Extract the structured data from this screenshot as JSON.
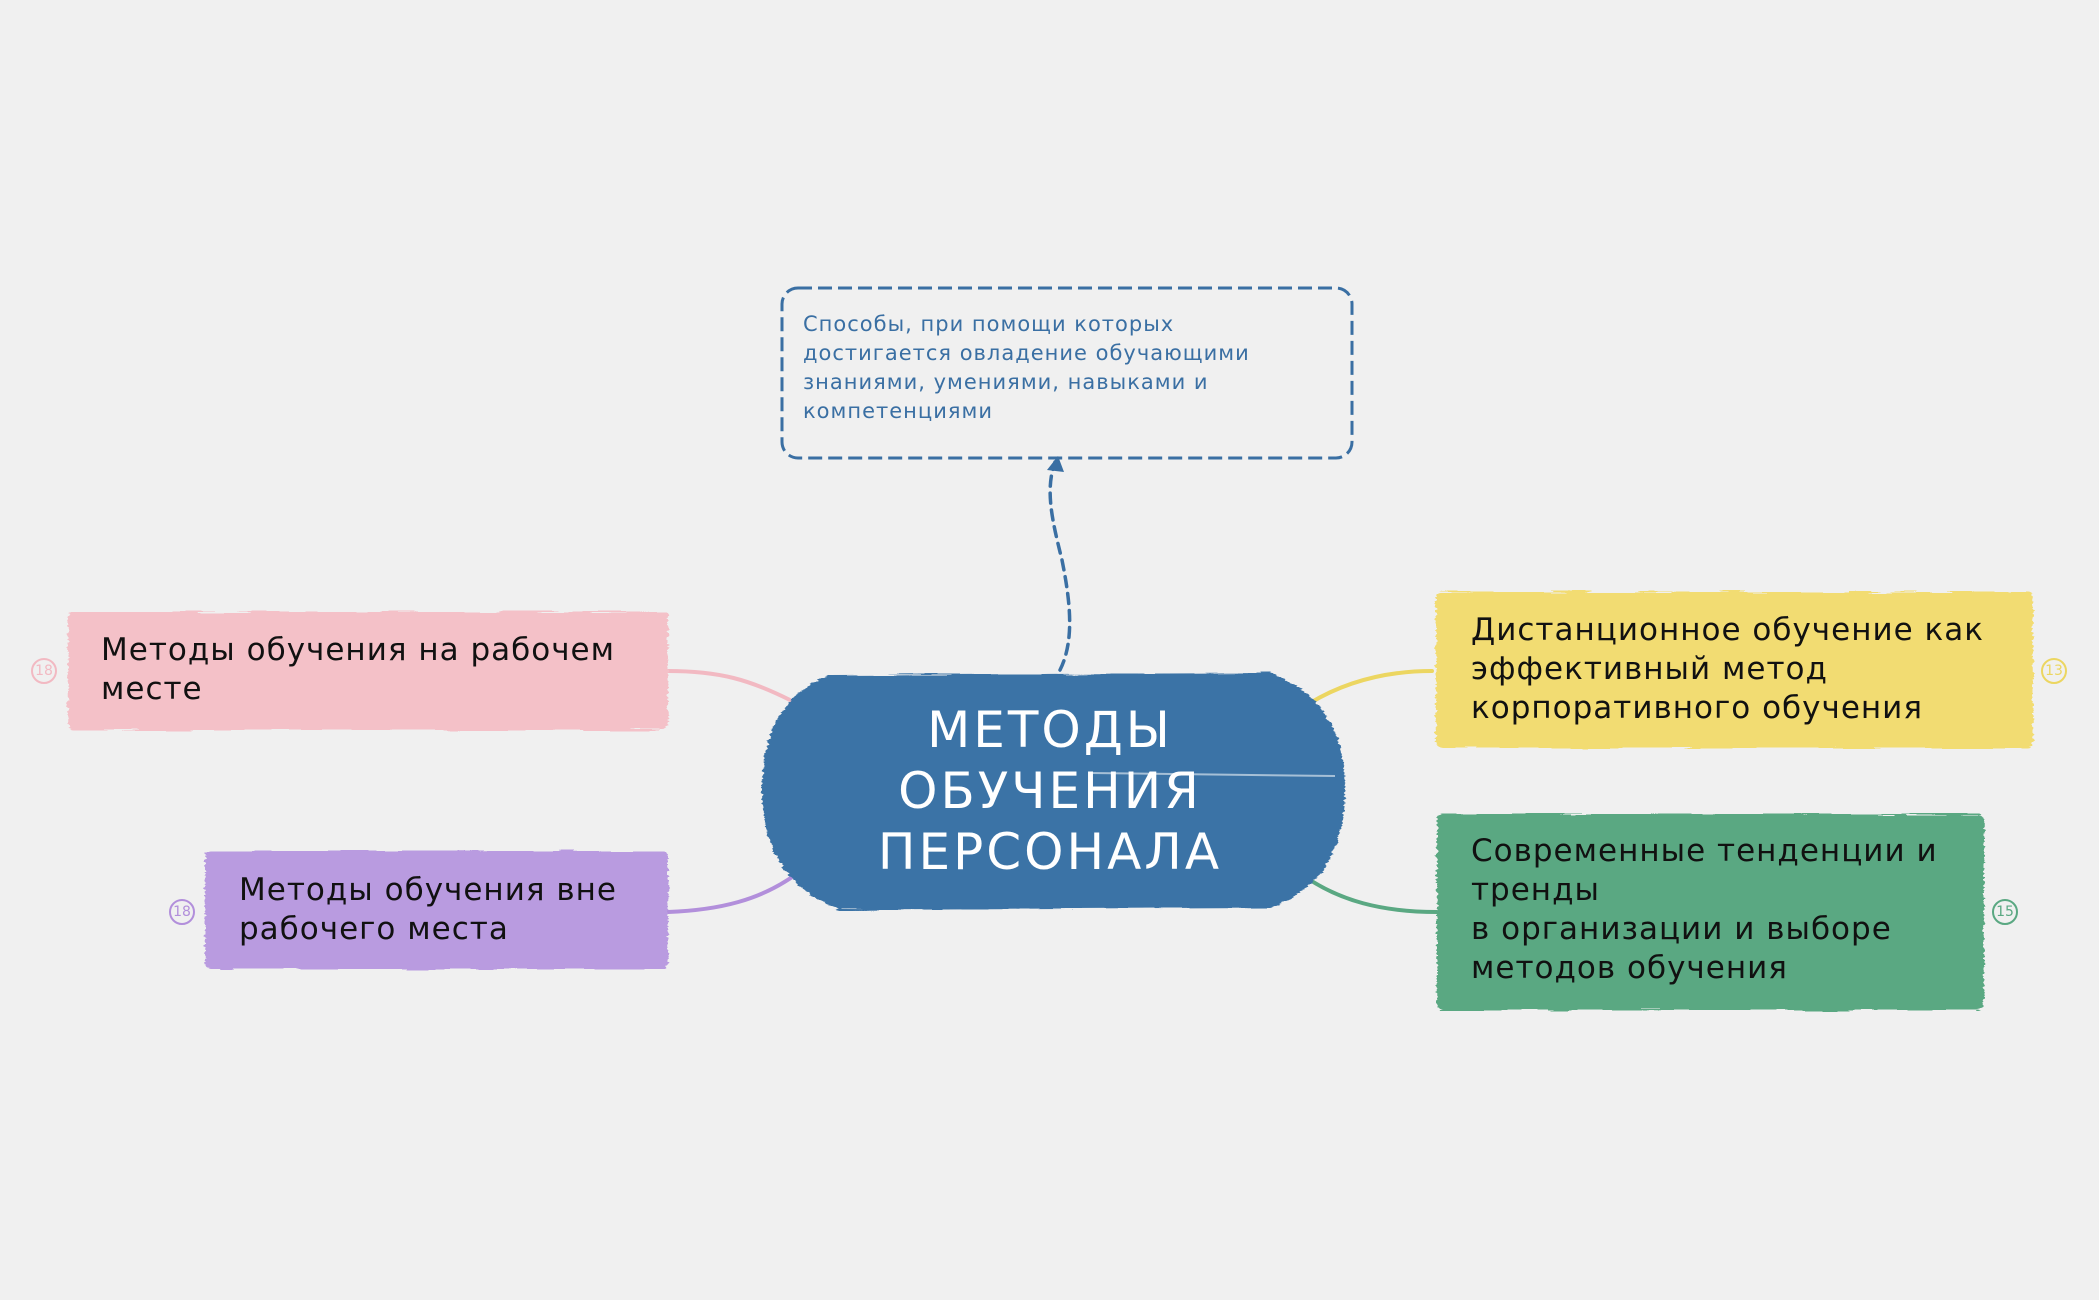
{
  "center": {
    "lines": [
      "МЕТОДЫ",
      "ОБУЧЕНИЯ",
      "ПЕРСОНАЛА"
    ],
    "color": "#3b73a6"
  },
  "callout": {
    "lines": [
      "Способы, при помощи которых",
      "достигается овладение обучающими",
      "знаниями, умениями, навыками и",
      "компетенциями"
    ],
    "color": "#3a6fa3"
  },
  "topics": {
    "left_top": {
      "lines": [
        "Методы обучения на рабочем",
        "месте"
      ],
      "badge": "18",
      "color": "#f4c1c8",
      "line_color": "#f2b9c2"
    },
    "left_bottom": {
      "lines": [
        "Методы обучения вне",
        "рабочего места"
      ],
      "badge": "18",
      "color": "#b99be0",
      "line_color": "#b28fdb"
    },
    "right_top": {
      "lines": [
        "Дистанционное обучение как",
        "эффективный метод",
        "корпоративного обучения"
      ],
      "badge": "13",
      "color": "#f2dc72",
      "line_color": "#ecd661"
    },
    "right_bottom": {
      "lines": [
        "Современные тенденции и",
        "тренды",
        "в организации и выборе",
        "методов обучения"
      ],
      "badge": "15",
      "color": "#5aa882",
      "line_color": "#5aa882"
    }
  }
}
